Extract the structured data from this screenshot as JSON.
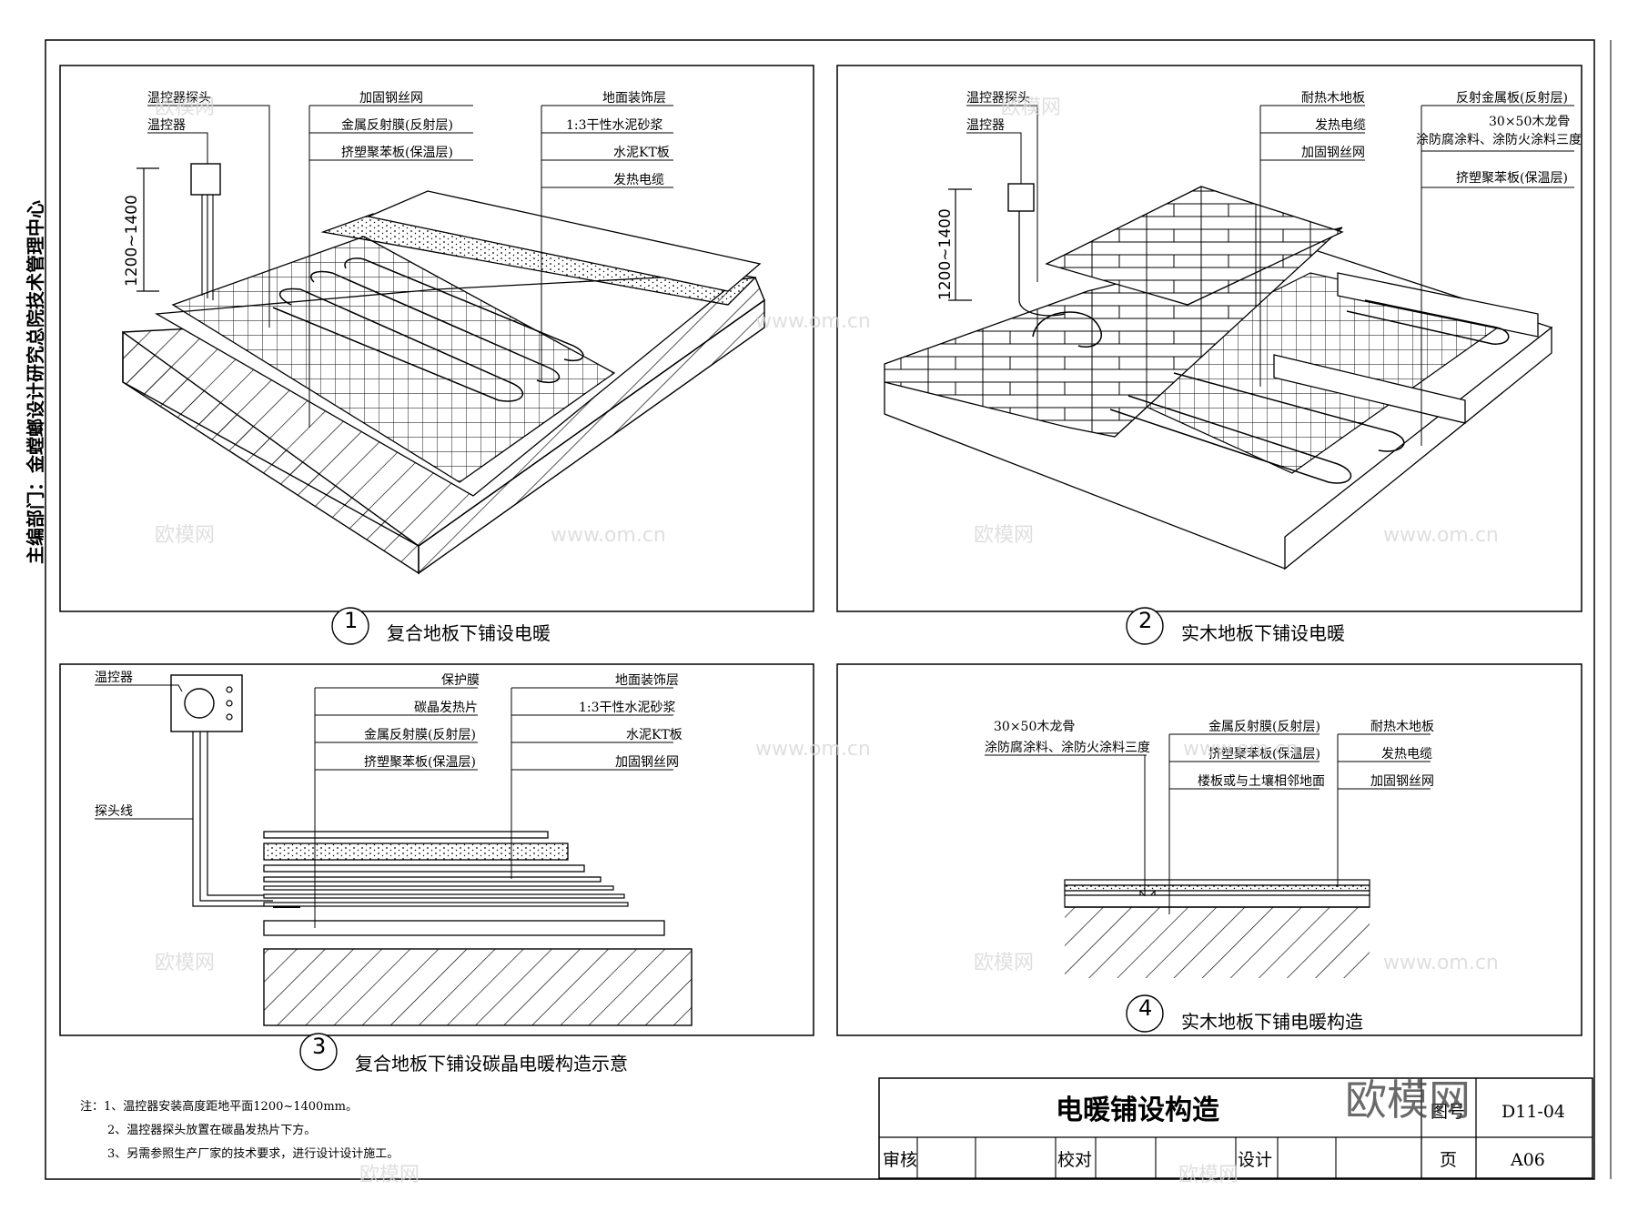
{
  "side_text": "主编部门：金螳螂设计研究总院技术管理中心",
  "panel1": {
    "number": "1",
    "caption": "复合地板下铺设电暖",
    "dimension": "1200~1400",
    "left_labels": [
      "温控器探头",
      "温控器"
    ],
    "mid_labels": [
      "加固钢丝网",
      "金属反射膜(反射层)",
      "挤塑聚苯板(保温层)"
    ],
    "right_labels": [
      "地面装饰层",
      "1:3干性水泥砂浆",
      "水泥KT板",
      "发热电缆"
    ]
  },
  "panel2": {
    "number": "2",
    "caption": "实木地板下铺设电暖",
    "dimension": "1200~1400",
    "left_labels": [
      "温控器探头",
      "温控器"
    ],
    "mid_labels": [
      "耐热木地板",
      "发热电缆",
      "加固钢丝网"
    ],
    "right_labels": [
      "反射金属板(反射层)",
      "30×50木龙骨",
      "涂防腐涂料、涂防火涂料三度",
      "挤塑聚苯板(保温层)"
    ]
  },
  "panel3": {
    "number": "3",
    "caption": "复合地板下铺设碳晶电暖构造示意",
    "thermostat_label": "温控器",
    "probe_label": "探头线",
    "mid_labels": [
      "保护膜",
      "碳晶发热片",
      "金属反射膜(反射层)",
      "挤塑聚苯板(保温层)"
    ],
    "right_labels": [
      "地面装饰层",
      "1:3干性水泥砂浆",
      "水泥KT板",
      "加固钢丝网"
    ]
  },
  "panel4": {
    "number": "4",
    "caption": "实木地板下铺电暖构造",
    "left_labels": [
      "30×50木龙骨",
      "涂防腐涂料、涂防火涂料三度"
    ],
    "mid_labels": [
      "金属反射膜(反射层)",
      "挤塑聚苯板(保温层)",
      "楼板或与土壤相邻地面"
    ],
    "right_labels": [
      "耐热木地板",
      "发热电缆",
      "加固钢丝网"
    ]
  },
  "notes": [
    "注：1、温控器安装高度距地平面1200~1400mm。",
    "2、温控器探头放置在碳晶发热片下方。",
    "3、另需参照生产厂家的技术要求，进行设计设计施工。"
  ],
  "title_block": {
    "title": "电暖铺设构造",
    "drawing_no_label": "图号",
    "drawing_no": "D11-04",
    "review": "审核",
    "check": "校对",
    "design": "设计",
    "page_label": "页",
    "page": "A06"
  },
  "watermarks": {
    "logo": "欧模网",
    "url": "www.om.cn",
    "corner": "欧模网"
  }
}
